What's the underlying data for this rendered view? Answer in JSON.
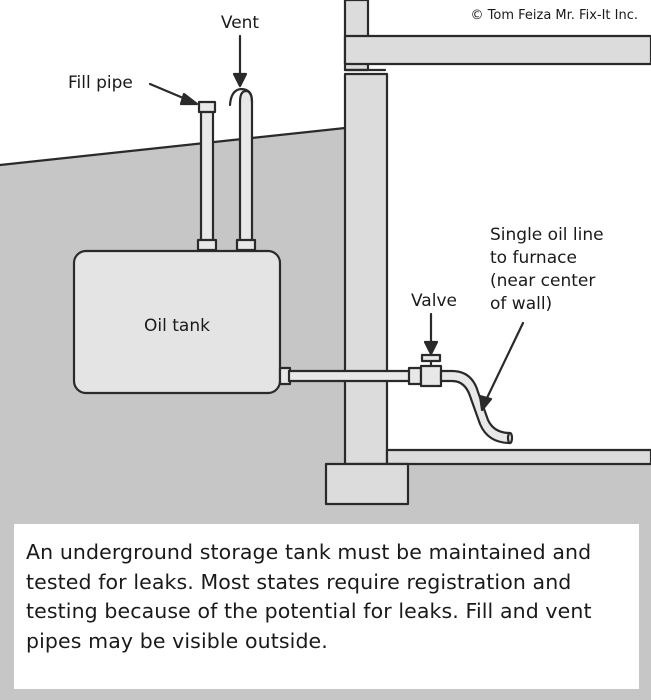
{
  "copyright": "© Tom Feiza Mr. Fix-It Inc.",
  "labels": {
    "vent": "Vent",
    "fill_pipe": "Fill pipe",
    "oil_tank": "Oil tank",
    "valve": "Valve",
    "oil_line": [
      "Single oil line",
      "to furnace",
      "(near center",
      "of wall)"
    ]
  },
  "caption": "An underground storage tank must be maintained and tested for leaks. Most states require registration and testing because of the potential for leaks. Fill and vent pipes may be visible outside.",
  "colors": {
    "ground": "#c6c6c6",
    "sky": "#ffffff",
    "tank": "#e4e4e4",
    "wall": "#dcdcdc",
    "ink": "#2a2a2a"
  }
}
